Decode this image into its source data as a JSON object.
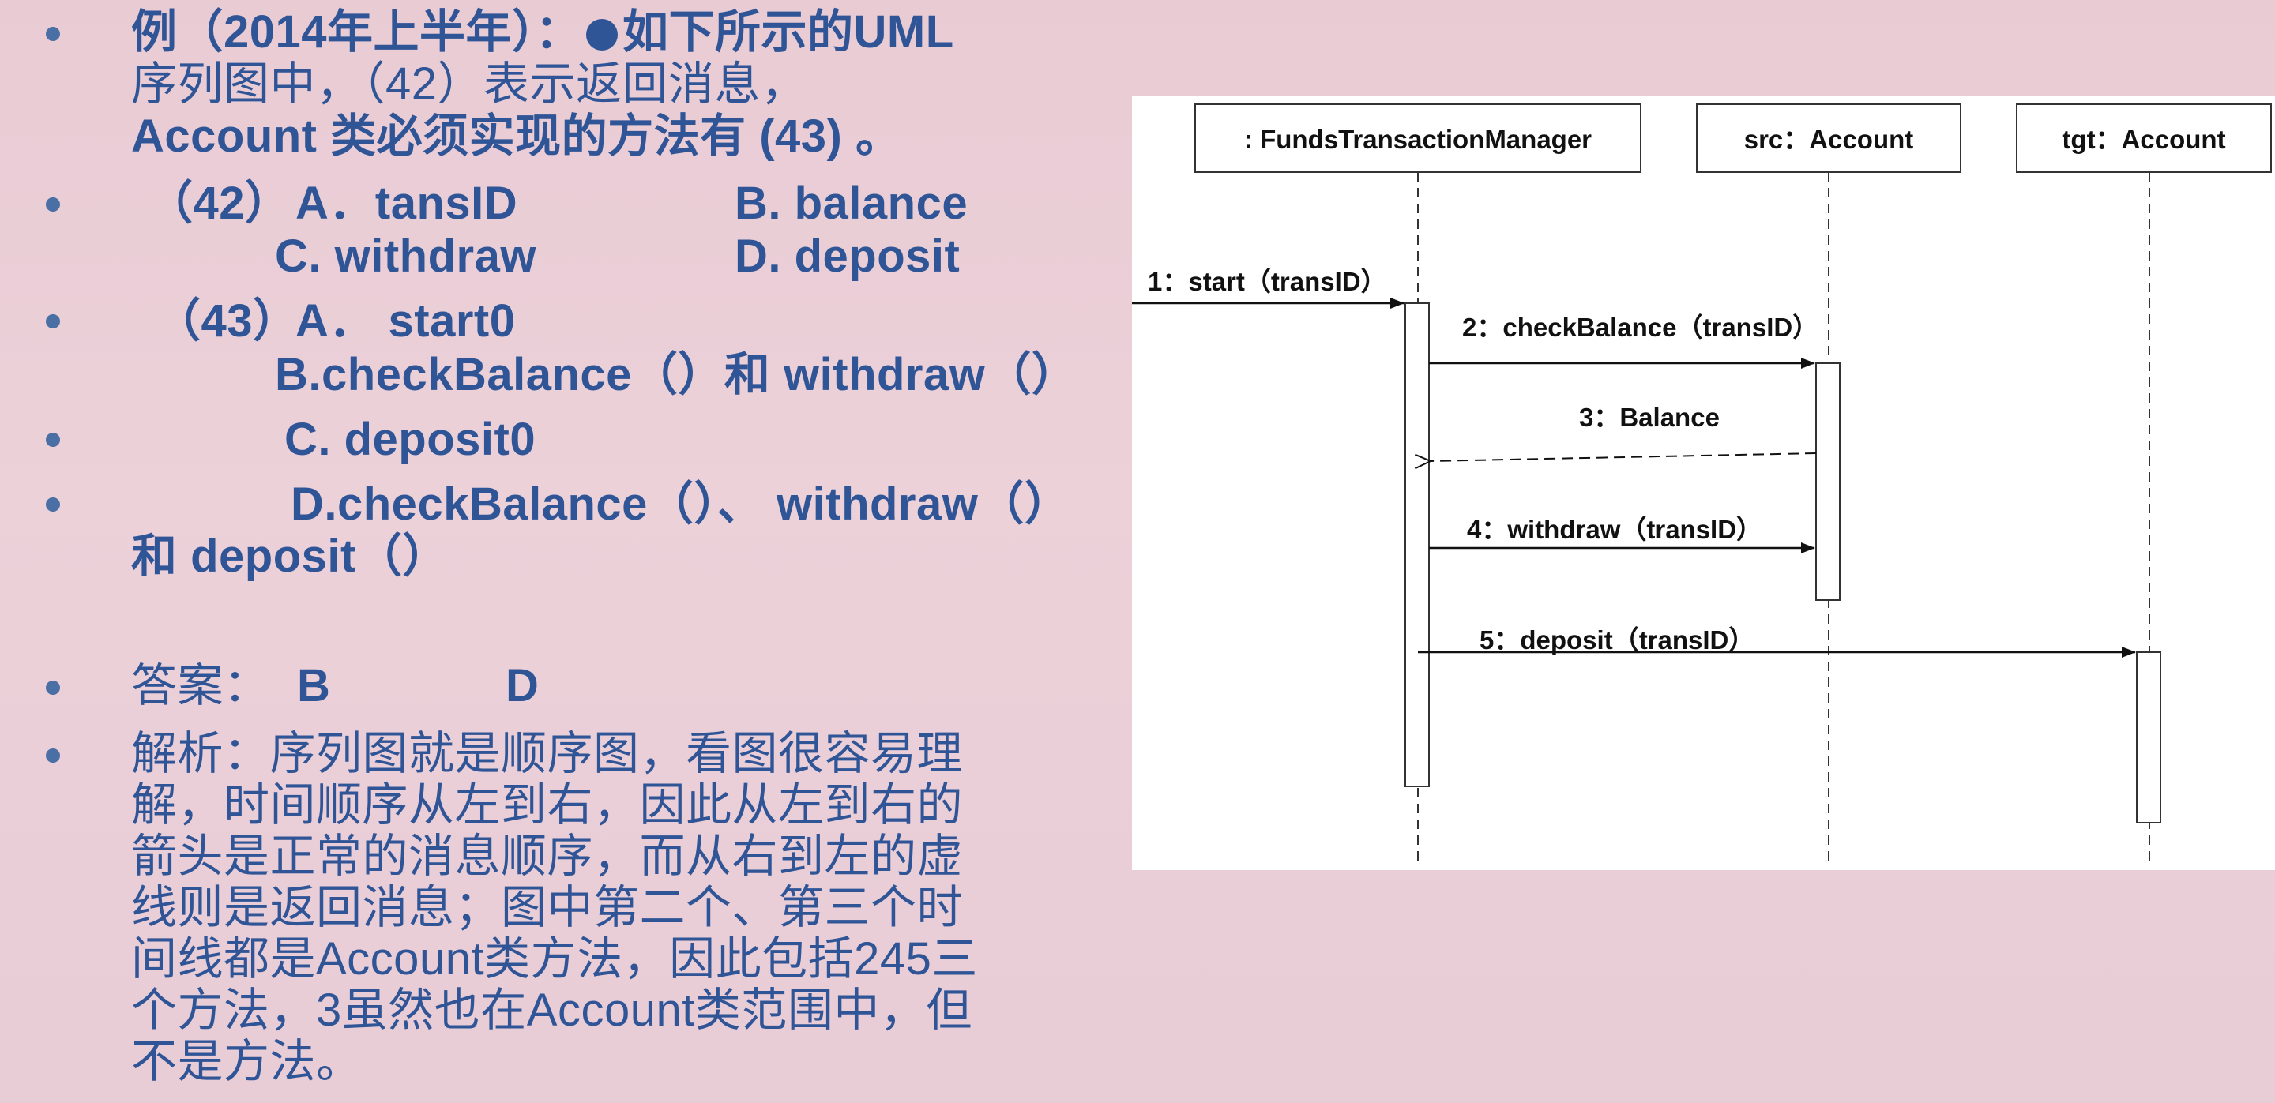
{
  "question": {
    "line1": "例（2014年上半年）：",
    "line1b": "如下所示的UML",
    "line2": "序列图中，（42）表示返回消息，",
    "line3": "Account 类必须实现的方法有 (43) 。"
  },
  "q42": {
    "label": "（42）",
    "a": "A．tansID",
    "b": "B. balance",
    "c": "C. withdraw",
    "d": "D. deposit"
  },
  "q43": {
    "label": "（43）",
    "a": "A． start0",
    "b": "B.checkBalance（）和 withdraw（）",
    "c": "C.  deposit0",
    "d": "D.checkBalance（）、 withdraw（）",
    "d2": "和 deposit（）"
  },
  "answer": {
    "label": "答案：",
    "v1": "B",
    "v2": "D"
  },
  "analysis": {
    "lines": [
      "解析：序列图就是顺序图，看图很容易理",
      "解，时间顺序从左到右，因此从左到右的",
      "箭头是正常的消息顺序，而从右到左的虚",
      "线则是返回消息；图中第二个、第三个时",
      "间线都是Account类方法，因此包括245三",
      "个方法，3虽然也在Account类范围中，但",
      "不是方法。"
    ]
  },
  "diagram": {
    "objects": [
      ": FundsTransactionManager",
      "src：Account",
      "tgt：Account"
    ],
    "messages": [
      {
        "label": "1：start（transID）",
        "kind": "sync"
      },
      {
        "label": "2：checkBalance（transID）",
        "kind": "sync"
      },
      {
        "label": "3：Balance",
        "kind": "return"
      },
      {
        "label": "4：withdraw（transID）",
        "kind": "sync"
      },
      {
        "label": "5：deposit（transID）",
        "kind": "sync"
      }
    ]
  },
  "colors": {
    "text": "#2f5597",
    "background": "#ecd1d9",
    "diagram_bg": "#ffffff"
  }
}
